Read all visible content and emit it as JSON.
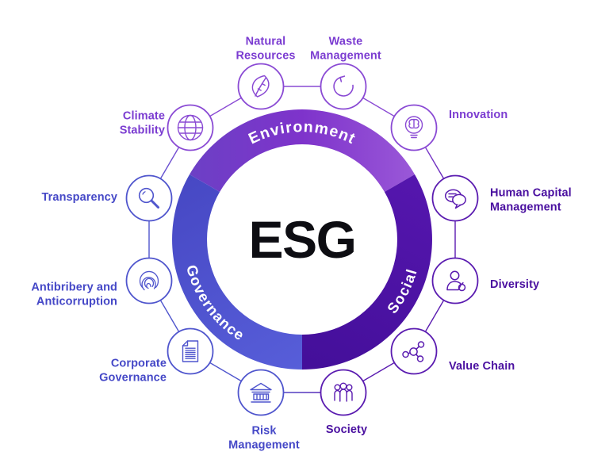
{
  "title": "ESG",
  "ring": {
    "segments": [
      {
        "id": "environment",
        "label": "Environment",
        "color": "#7e33cb"
      },
      {
        "id": "social",
        "label": "Social",
        "color": "#48109f"
      },
      {
        "id": "governance",
        "label": "Governance",
        "color": "#4c55cf"
      }
    ]
  },
  "satellites": [
    {
      "id": "natural-resources",
      "label": "Natural\nResources",
      "icon": "leaf-icon",
      "group": "environment"
    },
    {
      "id": "waste-management",
      "label": "Waste\nManagement",
      "icon": "recycle-icon",
      "group": "environment"
    },
    {
      "id": "innovation",
      "label": "Innovation",
      "icon": "lightbulb-brain-icon",
      "group": "environment"
    },
    {
      "id": "human-capital-management",
      "label": "Human Capital\nManagement",
      "icon": "chat-bubbles-icon",
      "group": "social"
    },
    {
      "id": "diversity",
      "label": "Diversity",
      "icon": "person-icon",
      "group": "social"
    },
    {
      "id": "value-chain",
      "label": "Value Chain",
      "icon": "molecule-icon",
      "group": "social"
    },
    {
      "id": "society",
      "label": "Society",
      "icon": "people-icon",
      "group": "social"
    },
    {
      "id": "risk-management",
      "label": "Risk\nManagement",
      "icon": "bank-icon",
      "group": "governance"
    },
    {
      "id": "corporate-governance",
      "label": "Corporate\nGovernance",
      "icon": "document-icon",
      "group": "governance"
    },
    {
      "id": "antibribery",
      "label": "Antibribery and\nAnticorruption",
      "icon": "fingerprint-icon",
      "group": "governance"
    },
    {
      "id": "transparency",
      "label": "Transparency",
      "icon": "magnifier-icon",
      "group": "governance"
    },
    {
      "id": "climate-stability",
      "label": "Climate\nStability",
      "icon": "globe-icon",
      "group": "environment"
    }
  ],
  "colors": {
    "background": "#ffffff",
    "label_environment": "#7b3cd1",
    "label_social": "#4a10a0",
    "label_governance": "#4548c7",
    "ring_environment": "#7e33cb",
    "ring_social": "#48109f",
    "ring_governance": "#4c55cf",
    "arc_text": "#ffffff",
    "title_color": "#0d0d12"
  }
}
